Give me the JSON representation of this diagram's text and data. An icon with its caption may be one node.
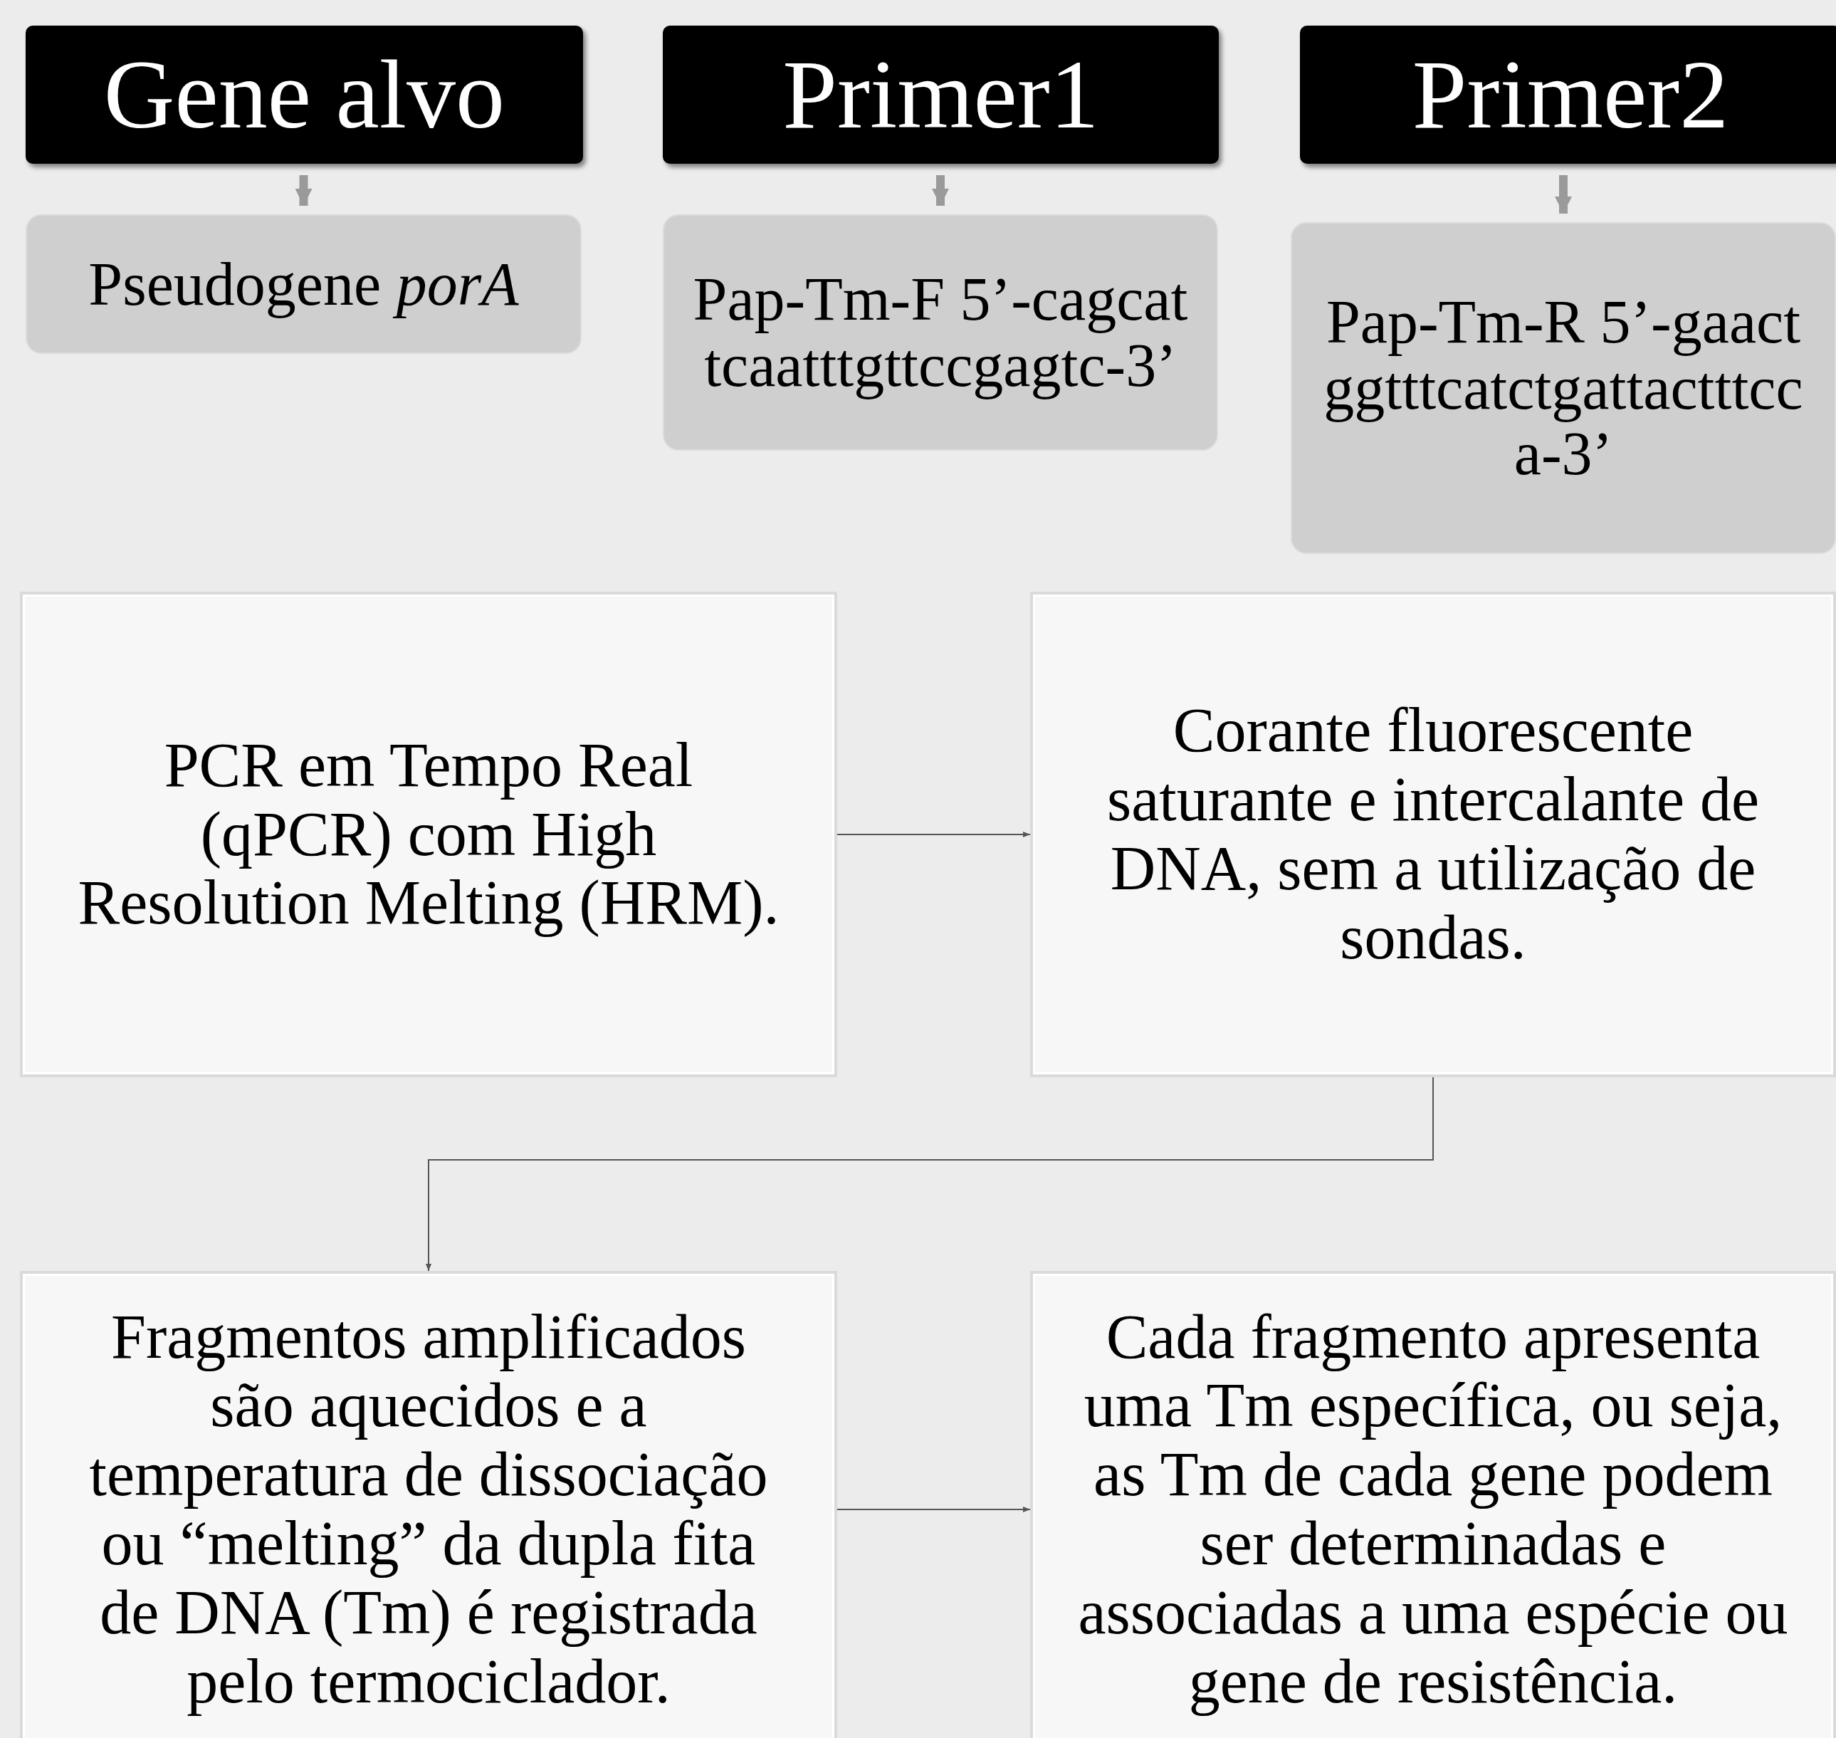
{
  "diagram": {
    "nodes": [
      {
        "text": [
          "Gene alvo"
        ]
      },
      {
        "text": [
          "Primer1"
        ]
      },
      {
        "text": [
          "Primer2"
        ]
      },
      {
        "text": [
          "Pseudogene *porA*"
        ]
      },
      {
        "text": [
          "Pap-Tm-F 5’-cagcattcaatttgttccgagtc-3’"
        ]
      },
      {
        "text": [
          "Pap-Tm-R 5’-gaactggtttcatctgattactttcca-3’"
        ]
      },
      {
        "text": [
          "PCR em Tempo Real (qPCR) com High Resolution Melting (HRM)."
        ]
      },
      {
        "text": [
          "Corante fluorescente saturante e intercalante de DNA, sem a utilização de sondas."
        ]
      },
      {
        "text": [
          "Fragmentos amplificados são aquecidos e a temperatura de dissociação ou “melting” da dupla fita de DNA (Tm) é registrada pelo termociclador."
        ]
      },
      {
        "text": [
          "Cada fragmento apresenta uma Tm específica, ou seja, as Tm de cada gene podem ser determinadas e associadas a uma espécie ou gene de resistência."
        ]
      }
    ],
    "edges": [
      {
        "from": 0,
        "to": 3,
        "arrow": "to",
        "style": "thick"
      },
      {
        "from": 1,
        "to": 4,
        "arrow": "to",
        "style": "thick"
      },
      {
        "from": 2,
        "to": 5,
        "arrow": "to",
        "style": "thick"
      },
      {
        "from": 6,
        "to": 7,
        "arrow": "to"
      },
      {
        "from": 7,
        "to": 8,
        "arrow": "to"
      },
      {
        "from": 8,
        "to": 9,
        "arrow": "to"
      }
    ]
  }
}
